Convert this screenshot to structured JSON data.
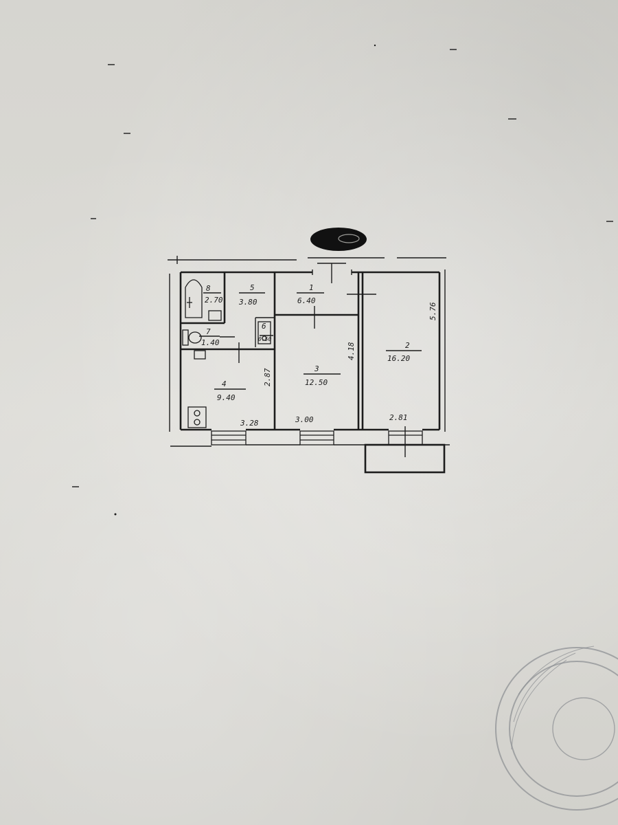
{
  "rooms": [
    {
      "number": "1",
      "area": "6.40"
    },
    {
      "number": "2",
      "area": "16.20"
    },
    {
      "number": "3",
      "area": "12.50"
    },
    {
      "number": "4",
      "area": "9.40"
    },
    {
      "number": "5",
      "area": "3.80"
    },
    {
      "number": "6",
      "area": "0.50"
    },
    {
      "number": "7",
      "area": "1.40"
    },
    {
      "number": "8",
      "area": "2.70"
    }
  ],
  "dimensions": {
    "room4_width": "3.28",
    "room3_width": "3.00",
    "room2_width": "2.81",
    "room4_height": "2.87",
    "room3_height": "4.18",
    "room2_height": "5.76"
  },
  "colors": {
    "paper": "#d9d8d3",
    "ink": "#1c1c1c",
    "stamp": "#8a8d92",
    "redaction": "#111111"
  },
  "stamp": {
    "text": ""
  }
}
